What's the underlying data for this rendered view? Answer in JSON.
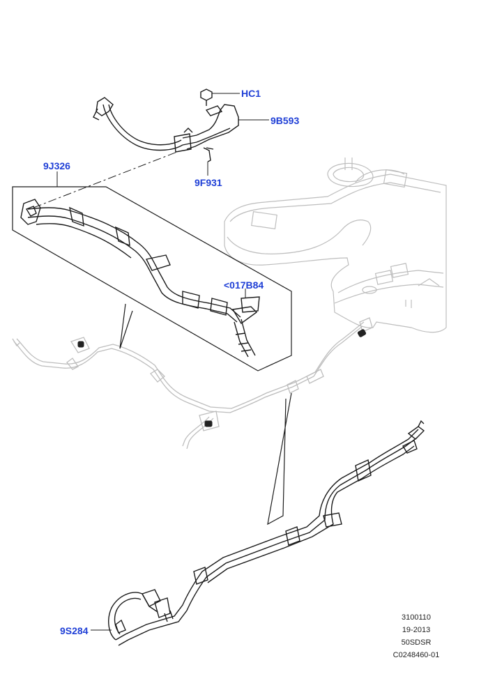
{
  "colors": {
    "callout": "#1f3fd6",
    "line": "#1a1a1a",
    "ghost": "#b8b8b8",
    "background": "#ffffff"
  },
  "callouts": {
    "hc1": "HC1",
    "p9b593": "9B593",
    "p9j326": "9J326",
    "p9f931": "9F931",
    "p017b84": "<017B84",
    "p9s284": "9S284"
  },
  "reference": {
    "code1": "3100110",
    "code2": "19-2013",
    "code3": "50SDSR",
    "code4": "C0248460-01"
  }
}
